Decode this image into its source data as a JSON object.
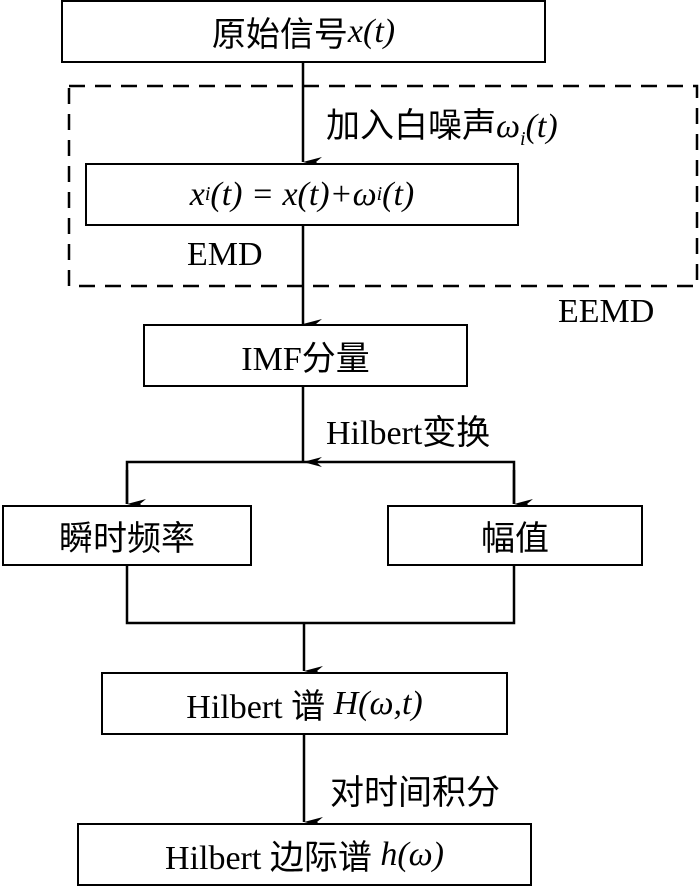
{
  "nodes": {
    "original_signal": {
      "text": "原始信号",
      "math": "x(t)"
    },
    "noisy_signal": {
      "lhs": "x",
      "lhs_sub": "i",
      "rhs_a": "(t) = x(t)+",
      "omega": "ω",
      "omega_sub": "i",
      "tail": "(t)"
    },
    "imf": {
      "text": "IMF分量"
    },
    "inst_freq": {
      "text": "瞬时频率"
    },
    "amplitude": {
      "text": "幅值"
    },
    "hilbert_spectrum": {
      "text": "Hilbert 谱 ",
      "math": "H(ω,t)"
    },
    "marginal_spectrum": {
      "text": "Hilbert 边际谱 ",
      "math": "h(ω)"
    }
  },
  "edges": {
    "add_noise": {
      "text": "加入白噪声",
      "omega": "ω",
      "sub": "i",
      "tail": "(t)"
    },
    "emd": "EMD",
    "hilbert_transform": "Hilbert变换",
    "integrate": "对时间积分"
  },
  "group": {
    "label": "EEMD"
  }
}
